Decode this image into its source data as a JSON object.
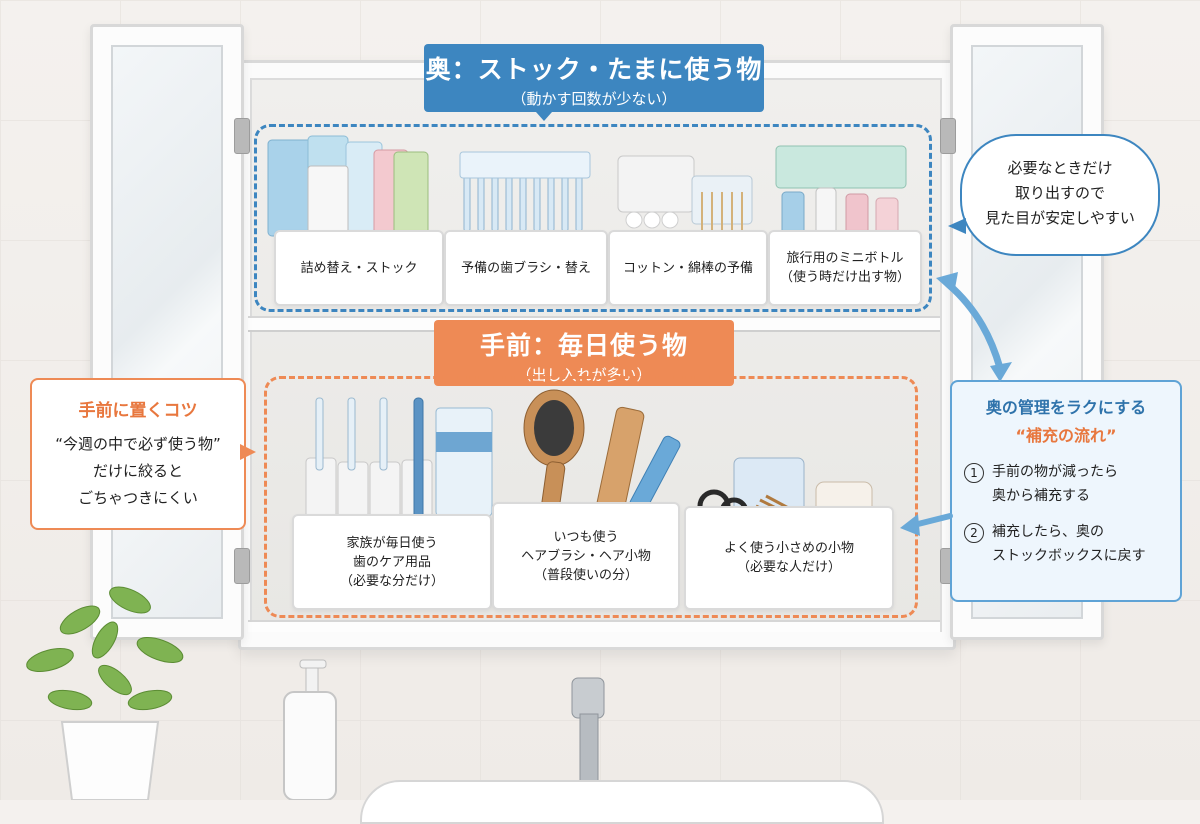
{
  "back_zone": {
    "title": "奥：ストック・たまに使う物",
    "subtitle": "（動かす回数が少ない）",
    "boxes": [
      {
        "label": "詰め替え・ストック"
      },
      {
        "label": "予備の歯ブラシ・替え"
      },
      {
        "label": "コットン・綿棒の予備"
      },
      {
        "label": "旅行用のミニボトル",
        "sub": "（使う時だけ出す物）"
      }
    ]
  },
  "front_zone": {
    "title": "手前：毎日使う物",
    "subtitle": "（出し入れが多い）",
    "boxes": [
      {
        "line1": "家族が毎日使う",
        "line2": "歯のケア用品",
        "line3": "（必要な分だけ）"
      },
      {
        "line1": "いつも使う",
        "line2": "ヘアブラシ・ヘア小物",
        "line3": "（普段使いの分）"
      },
      {
        "line1": "よく使う小さめの小物",
        "line2": "（必要な人だけ）"
      }
    ]
  },
  "bubble": {
    "line1": "必要なときだけ",
    "line2": "取り出すので",
    "line3": "見た目が安定しやすい"
  },
  "tip": {
    "title": "手前に置くコツ",
    "line1": "“今週の中で必ず使う物”",
    "line2": "だけに絞ると",
    "line3": "ごちゃつきにくい"
  },
  "flow": {
    "title": "奥の管理をラクにする",
    "subtitle": "“補充の流れ”",
    "steps": [
      {
        "num": "1",
        "line1": "手前の物が減ったら",
        "line2": "奥から補充する"
      },
      {
        "num": "2",
        "line1": "補充したら、奥の",
        "line2": "ストックボックスに戻す"
      }
    ]
  },
  "colors": {
    "blue": "#3d86c0",
    "orange": "#ee8a55"
  }
}
